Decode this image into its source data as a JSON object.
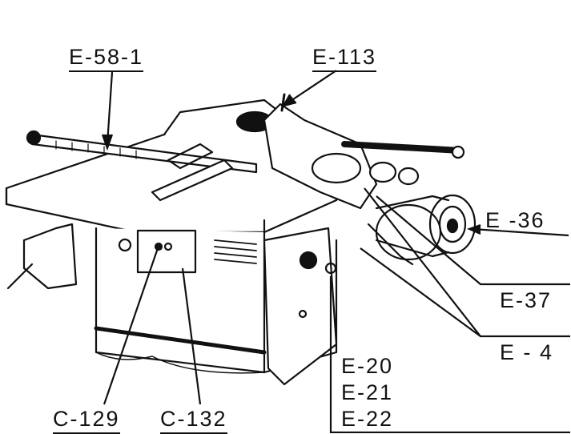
{
  "figure": {
    "callouts": [
      {
        "id": "e58",
        "text": "E-58-1"
      },
      {
        "id": "e113",
        "text": "E-113"
      },
      {
        "id": "e36",
        "text": "E -36"
      },
      {
        "id": "e37",
        "text": "E-37"
      },
      {
        "id": "e4",
        "text": "E - 4"
      },
      {
        "id": "e20",
        "text": "E-20"
      },
      {
        "id": "e21",
        "text": "E-21"
      },
      {
        "id": "e22",
        "text": "E-22"
      },
      {
        "id": "c129",
        "text": "C-129"
      },
      {
        "id": "c132",
        "text": "C-132"
      }
    ]
  }
}
